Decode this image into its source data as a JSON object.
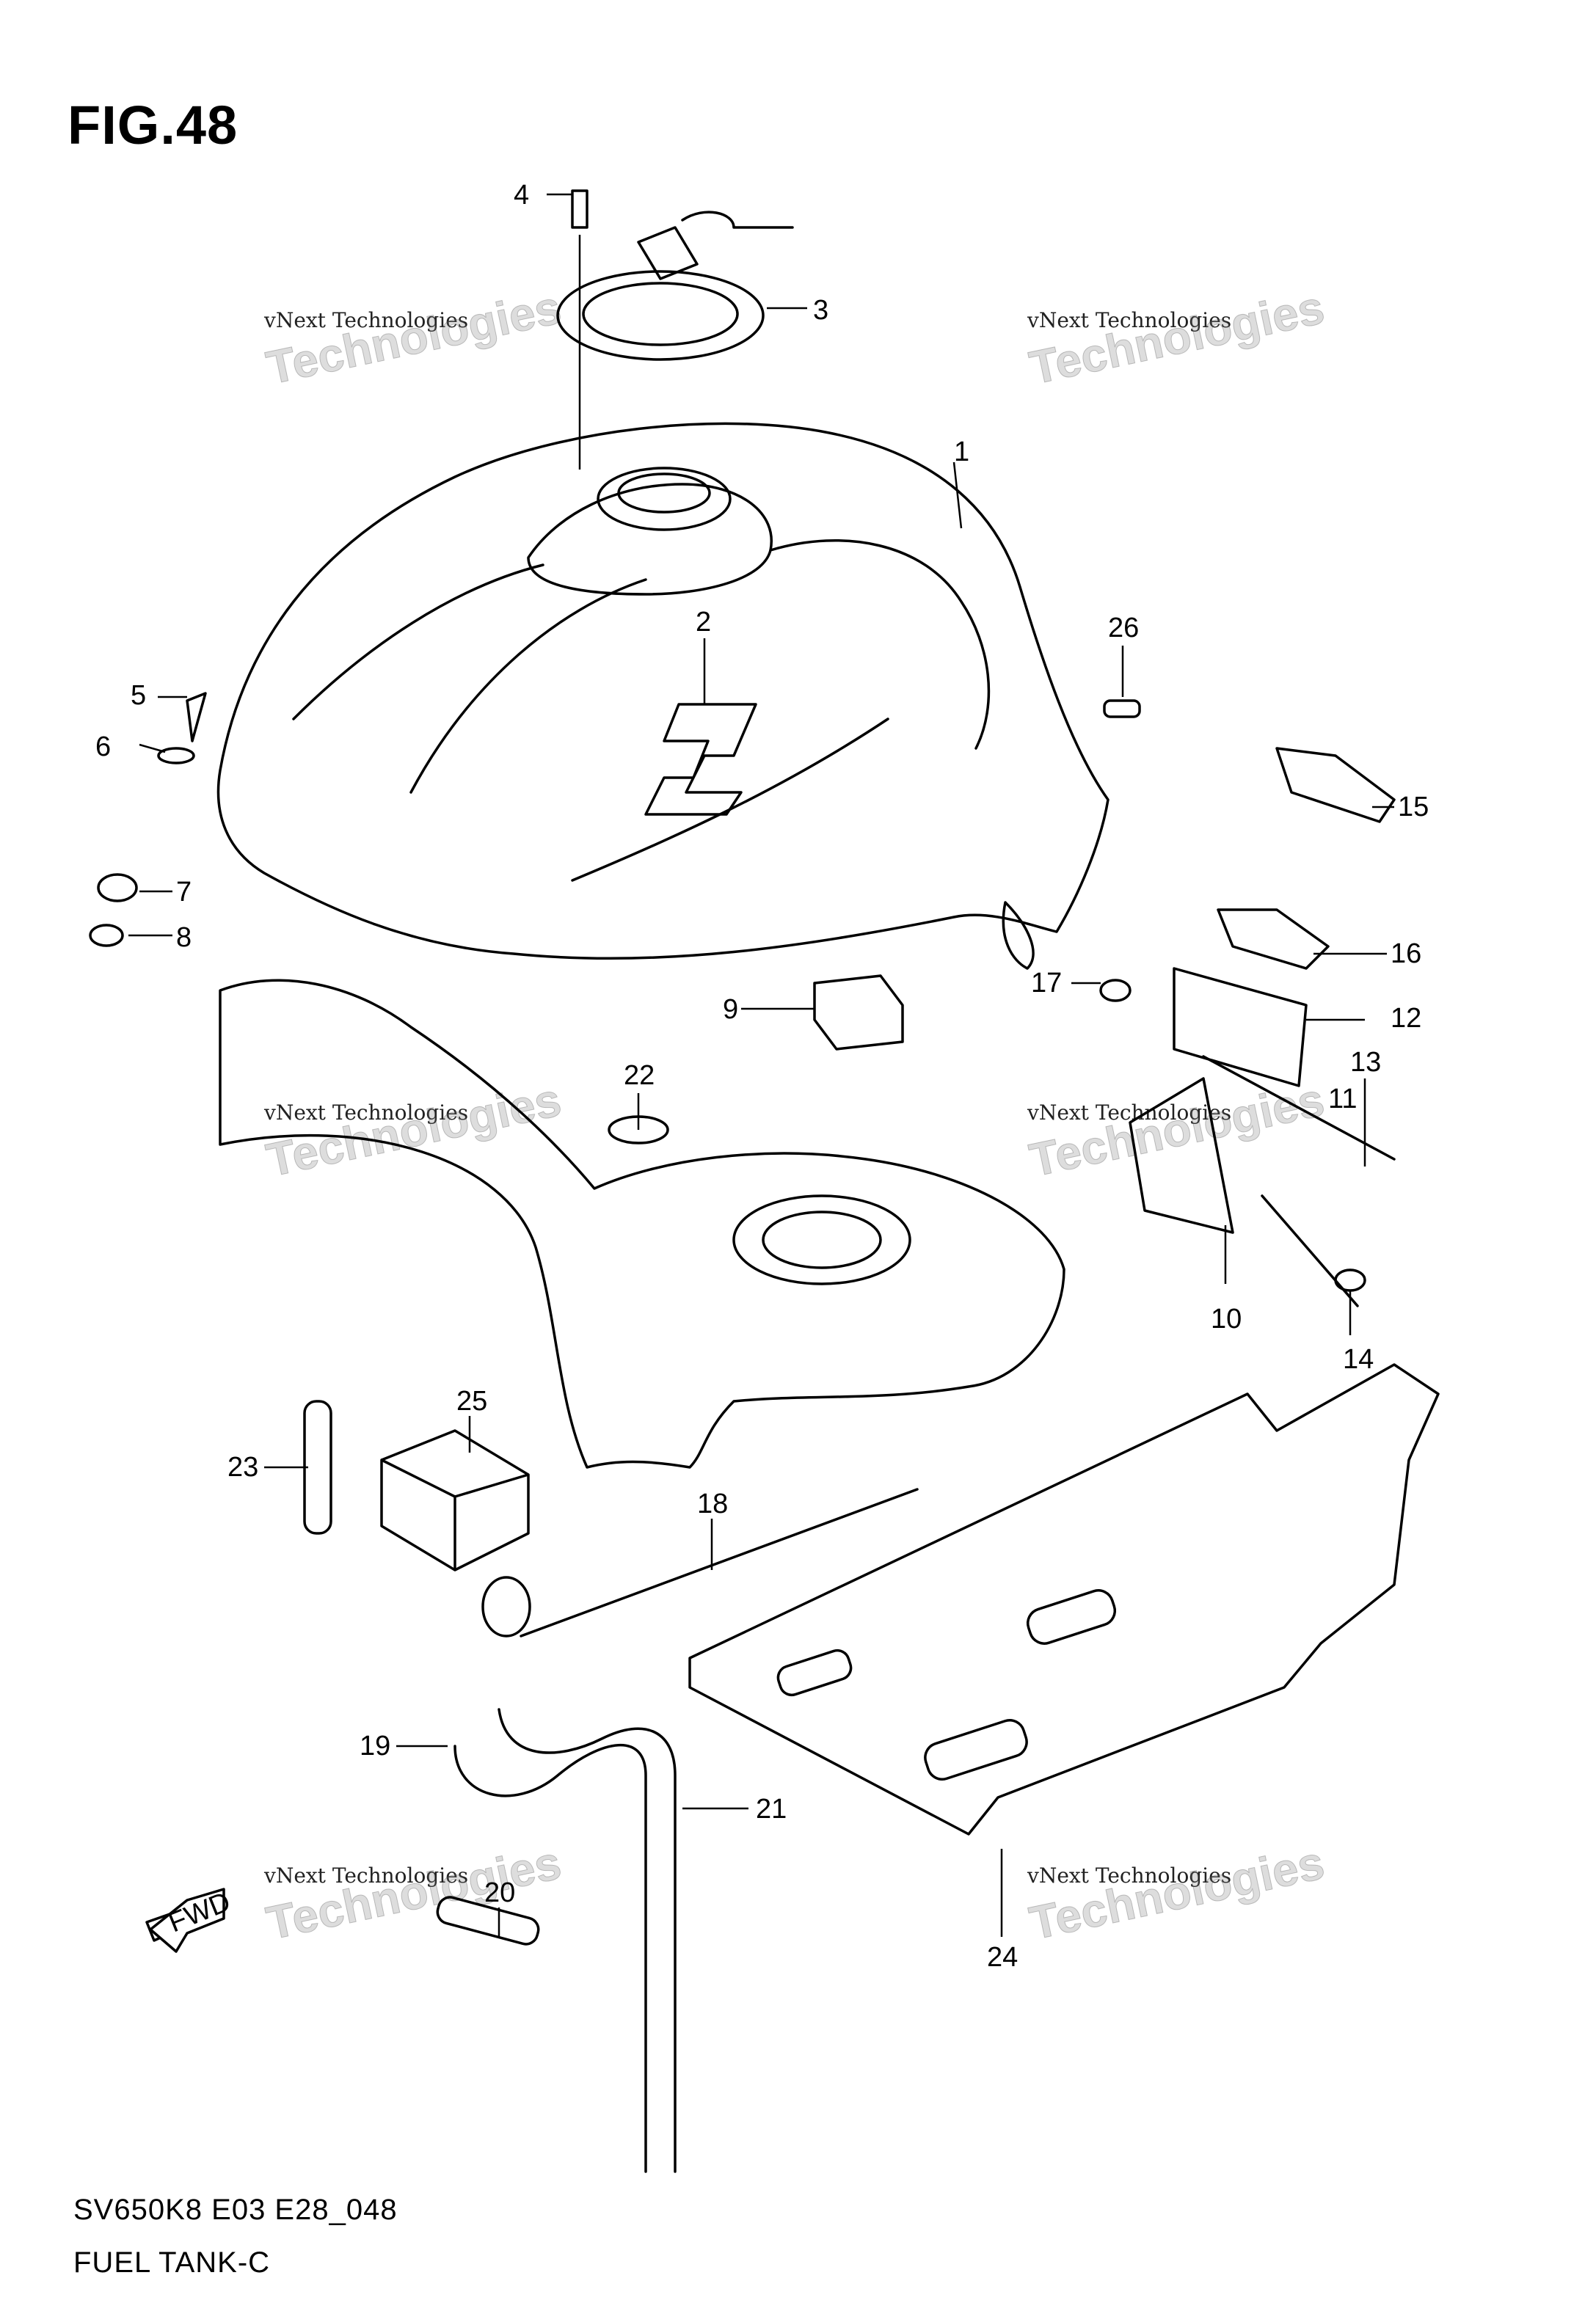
{
  "figure_title": "FIG.48",
  "footer": {
    "model_code": "SV650K8 E03 E28_048",
    "section_name": "FUEL TANK-C"
  },
  "watermark": {
    "small_text": "vNext Technologies",
    "big_text": "Technologies"
  },
  "callouts": [
    "1",
    "2",
    "3",
    "4",
    "5",
    "6",
    "7",
    "8",
    "9",
    "10",
    "11",
    "12",
    "13",
    "14",
    "15",
    "16",
    "17",
    "18",
    "19",
    "20",
    "21",
    "22",
    "23",
    "24",
    "25",
    "26"
  ],
  "fwd_label": "FWD"
}
